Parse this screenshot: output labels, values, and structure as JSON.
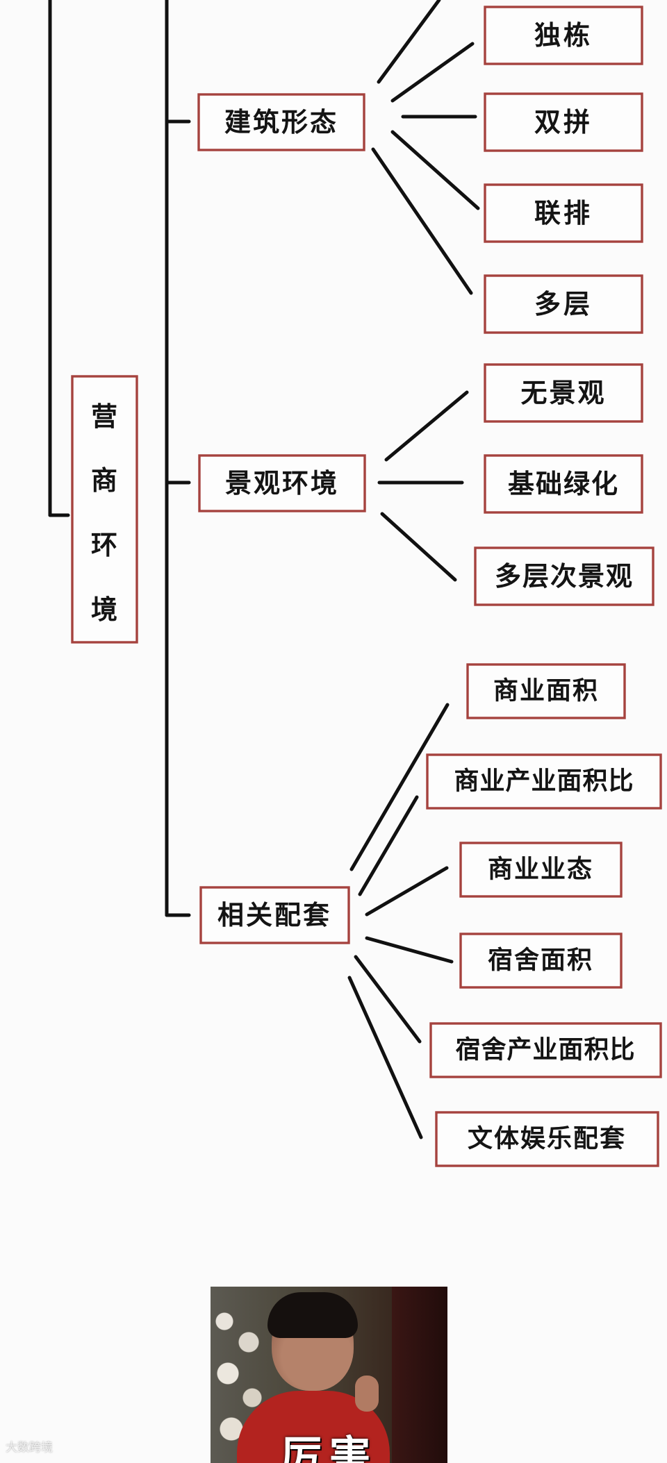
{
  "diagram": {
    "root": {
      "label": "营商环境",
      "chars": [
        "营",
        "商",
        "环",
        "境"
      ]
    },
    "branches": [
      {
        "label": "建筑形态",
        "children": [
          "独栋",
          "双拼",
          "联排",
          "多层"
        ]
      },
      {
        "label": "景观环境",
        "children": [
          "无景观",
          "基础绿化",
          "多层次景观"
        ]
      },
      {
        "label": "相关配套",
        "children": [
          "商业面积",
          "商业产业面积比",
          "商业业态",
          "宿舍面积",
          "宿舍产业面积比",
          "文体娱乐配套"
        ]
      }
    ],
    "colors": {
      "box_border": "#a5423e",
      "line": "#111111",
      "background": "#fbfbfb"
    }
  },
  "meme": {
    "caption": "厉害"
  },
  "watermark": "大数跨境"
}
